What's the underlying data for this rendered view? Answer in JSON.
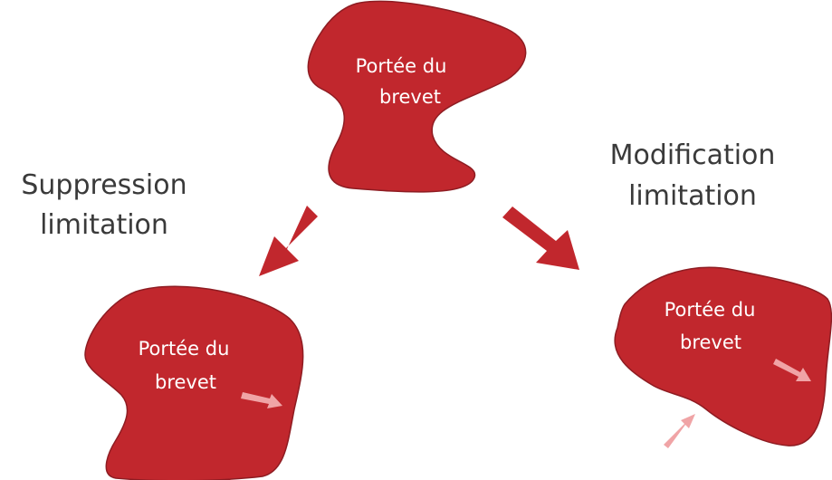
{
  "colors": {
    "shape_fill": "#c1272d",
    "shape_border": "#8e1c22",
    "main_arrow": "#c1272d",
    "small_arrow": "#f0a4a6",
    "shape_text": "#ffffff",
    "caption_text": "#3a3a3a"
  },
  "shapes": {
    "top": {
      "line1": "Portée du",
      "line2": "brevet"
    },
    "left": {
      "line1": "Portée du",
      "line2": "brevet"
    },
    "right": {
      "line1": "Portée du",
      "line2": "brevet"
    }
  },
  "captions": {
    "left": {
      "line1": "Suppression",
      "line2": "limitation"
    },
    "right": {
      "line1": "Modification",
      "line2": "limitation"
    }
  }
}
